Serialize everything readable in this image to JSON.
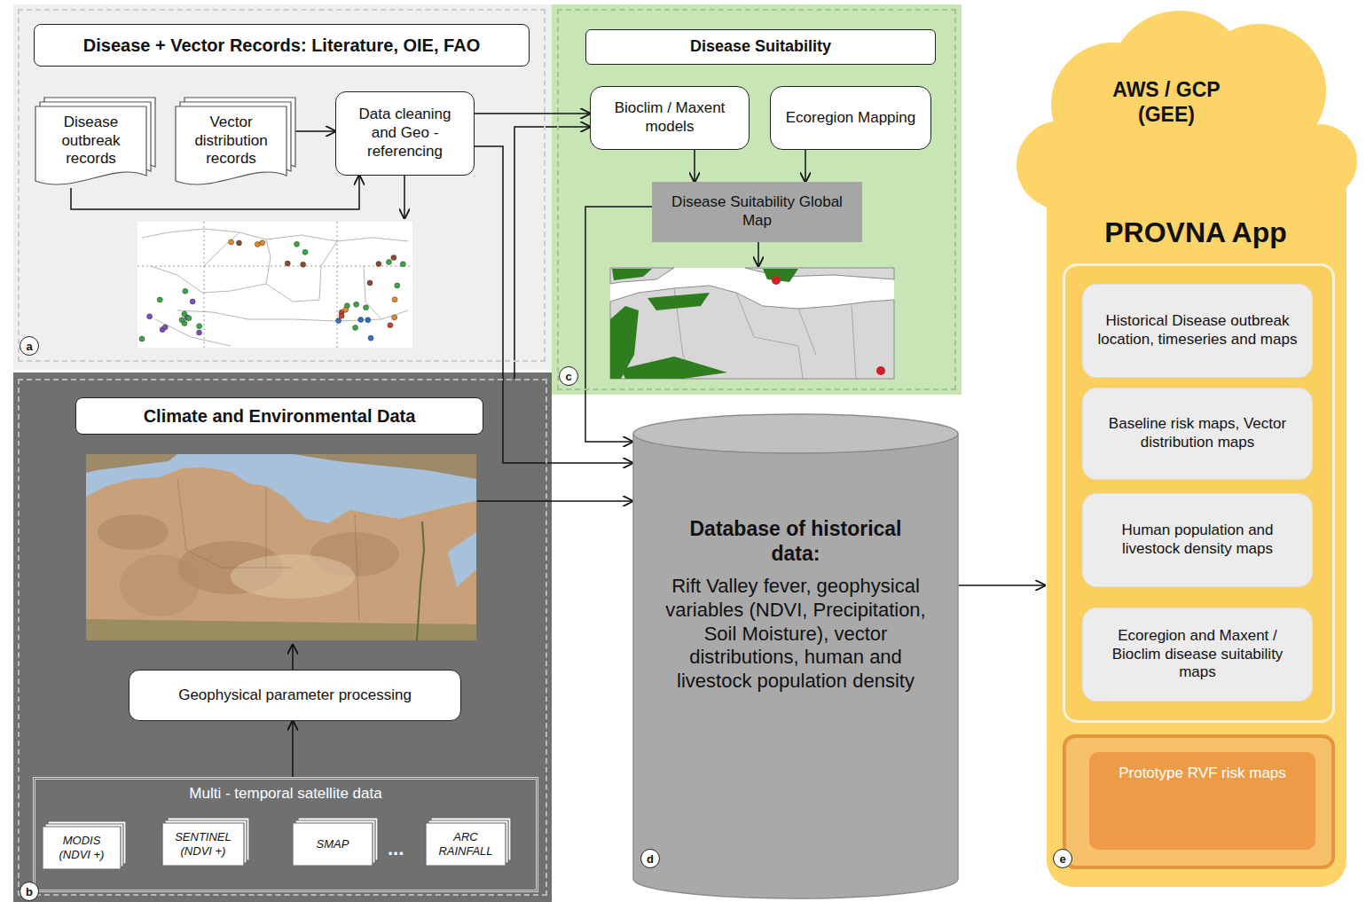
{
  "diagram": {
    "nodes": [
      {
        "text": [
          "a"
        ]
      },
      {
        "text": [
          "Disease + Vector Records: Literature, OIE, FAO"
        ],
        "in": 0
      },
      {
        "text": [
          "Disease outbreak records"
        ],
        "in": 0
      },
      {
        "text": [
          "Vector distribution records"
        ],
        "in": 0
      },
      {
        "text": [
          "Data cleaning and Geo - referencing"
        ],
        "in": 0
      },
      {
        "text": [
          "b"
        ]
      },
      {
        "text": [
          "Climate and Environmental Data"
        ],
        "in": 5
      },
      {
        "text": [
          "Geophysical parameter processing"
        ],
        "in": 5
      },
      {
        "text": [
          "Multi - temporal satellite data"
        ],
        "in": 5
      },
      {
        "text": [
          "MODIS (NDVI +)"
        ],
        "in": 8
      },
      {
        "text": [
          "SENTINEL (NDVI +)"
        ],
        "in": 8
      },
      {
        "text": [
          "SMAP"
        ],
        "in": 8
      },
      {
        "text": [
          "ARC RAINFALL"
        ],
        "in": 8
      },
      {
        "text": [
          "c"
        ]
      },
      {
        "text": [
          "Disease Suitability"
        ],
        "in": 13
      },
      {
        "text": [
          "Bioclim / Maxent models"
        ],
        "in": 13
      },
      {
        "text": [
          "Ecoregion Mapping"
        ],
        "in": 13
      },
      {
        "text": [
          "Disease Suitability Global Map"
        ],
        "in": 13
      },
      {
        "text": [
          "Database of historical data:",
          "Rift Valley fever, geophysical variables (NDVI, Precipitation, Soil Moisture), vector distributions, human and livestock population density",
          "d"
        ]
      },
      {
        "text": [
          "AWS / GCP (GEE)",
          "PROVNA App",
          "e"
        ]
      },
      {
        "text": [
          "Historical Disease outbreak location, timeseries and maps"
        ],
        "in": 19
      },
      {
        "text": [
          "Baseline risk maps, Vector distribution maps"
        ],
        "in": 19
      },
      {
        "text": [
          "Human population and livestock density maps"
        ],
        "in": 19
      },
      {
        "text": [
          "Ecoregion and Maxent / Bioclim disease suitability maps"
        ],
        "in": 19
      },
      {
        "text": [
          "Prototype RVF risk maps"
        ],
        "in": 19
      }
    ],
    "edges": [
      {
        "from": 2,
        "to": 4,
        "arrow": "to"
      },
      {
        "from": 3,
        "to": 4,
        "arrow": "to"
      },
      {
        "from": 4,
        "to": 15,
        "arrow": "to"
      },
      {
        "from": 4,
        "to": 18,
        "arrow": "to"
      },
      {
        "from": 5,
        "to": 15,
        "arrow": "to"
      },
      {
        "from": 5,
        "to": 18,
        "arrow": "to"
      },
      {
        "from": 17,
        "to": 18,
        "arrow": "to"
      },
      {
        "from": 15,
        "to": 17,
        "arrow": "to"
      },
      {
        "from": 16,
        "to": 17,
        "arrow": "to"
      },
      {
        "from": 8,
        "to": 7,
        "arrow": "to"
      },
      {
        "from": 18,
        "to": 19,
        "arrow": "to"
      }
    ],
    "labels": [
      "..."
    ]
  }
}
